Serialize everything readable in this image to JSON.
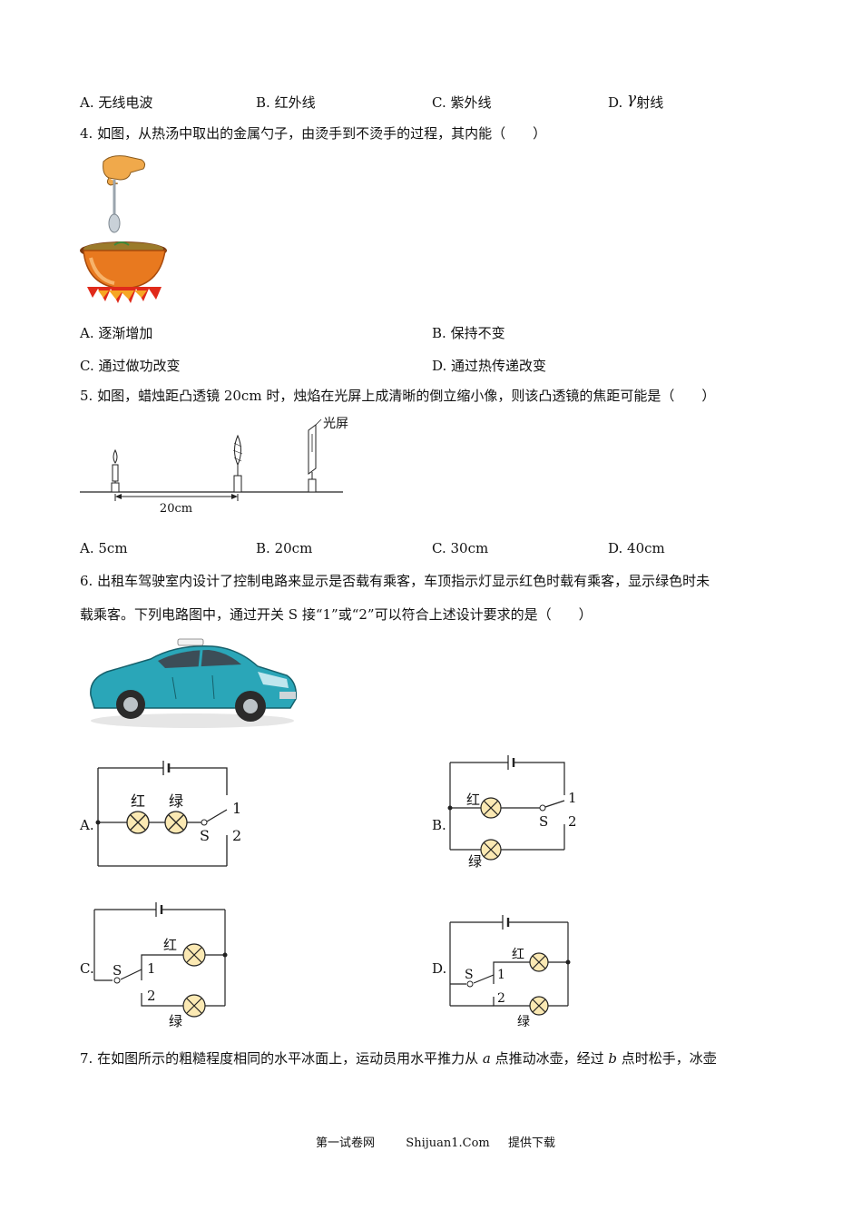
{
  "q3": {
    "options": [
      {
        "letter": "A.",
        "text": "无线电波"
      },
      {
        "letter": "B.",
        "text": "红外线"
      },
      {
        "letter": "C.",
        "text": "紫外线"
      },
      {
        "letter": "D.",
        "symbol": "γ",
        "text": "射线"
      }
    ]
  },
  "q4": {
    "stem": "4. 如图，从热汤中取出的金属勺子，由烫手到不烫手的过程，其内能（　　）",
    "options": [
      {
        "letter": "A.",
        "text": "逐渐增加"
      },
      {
        "letter": "B.",
        "text": "保持不变"
      },
      {
        "letter": "C.",
        "text": "通过做功改变"
      },
      {
        "letter": "D.",
        "text": "通过热传递改变"
      }
    ]
  },
  "q5": {
    "stem": "5. 如图，蜡烛距凸透镜 20cm 时，烛焰在光屏上成清晰的倒立缩小像，则该凸透镜的焦距可能是（　　）",
    "figure": {
      "screen_label": "光屏",
      "distance_label": "20cm"
    },
    "options": [
      {
        "letter": "A.",
        "text": "5cm"
      },
      {
        "letter": "B.",
        "text": "20cm"
      },
      {
        "letter": "C.",
        "text": "30cm"
      },
      {
        "letter": "D.",
        "text": "40cm"
      }
    ]
  },
  "q6": {
    "stem_line1": "6. 出租车驾驶室内设计了控制电路来显示是否载有乘客，车顶指示灯显示红色时载有乘客，显示绿色时未",
    "stem_line2": "载乘客。下列电路图中，通过开关 S 接“1”或“2”可以符合上述设计要求的是（　　）",
    "circuits": {
      "red": "红",
      "green": "绿",
      "switch": "S",
      "pos1": "1",
      "pos2": "2",
      "labels": [
        "A.",
        "B.",
        "C.",
        "D."
      ]
    }
  },
  "q7": {
    "stem_pre": "7. 在如图所示的粗糙程度相同的水平冰面上，运动员用水平推力从 ",
    "a": "a",
    "stem_mid": " 点推动冰壶，经过 ",
    "b": "b",
    "stem_post": " 点时松手，冰壶"
  },
  "footer": {
    "left": "第一试卷网",
    "middle": "Shijuan1.Com",
    "right": "提供下载"
  }
}
